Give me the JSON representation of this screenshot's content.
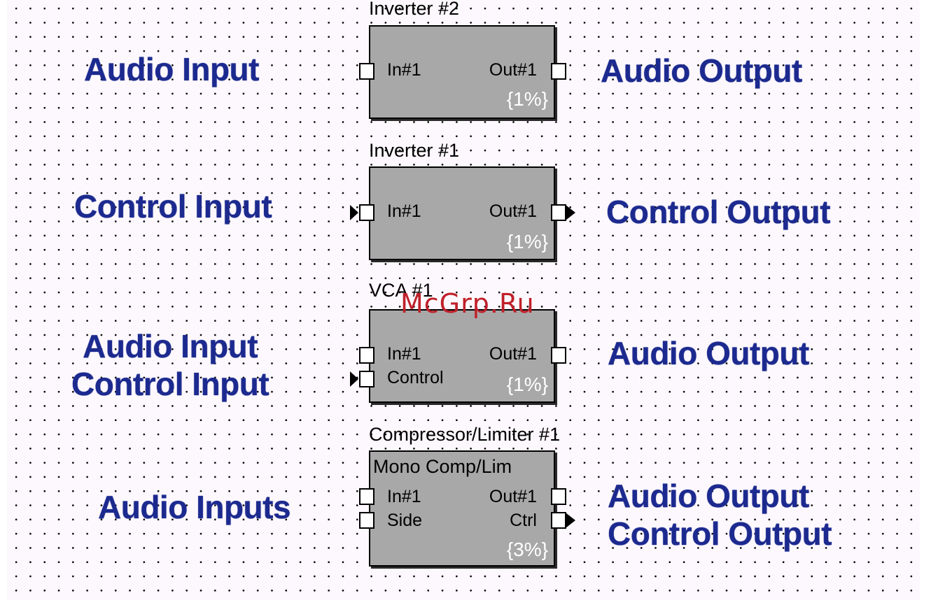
{
  "rows": [
    {
      "left_labels": [
        "Audio Input"
      ],
      "right_labels": [
        "Audio Output"
      ],
      "block": {
        "title": "Inverter #2",
        "subtitle": "",
        "in_ports": [
          {
            "label": "In#1",
            "type": "audio"
          }
        ],
        "out_ports": [
          {
            "label": "Out#1",
            "type": "audio"
          }
        ],
        "usage": "{1%}"
      }
    },
    {
      "left_labels": [
        "Control Input"
      ],
      "right_labels": [
        "Control Output"
      ],
      "block": {
        "title": "Inverter #1",
        "subtitle": "",
        "in_ports": [
          {
            "label": "In#1",
            "type": "control"
          }
        ],
        "out_ports": [
          {
            "label": "Out#1",
            "type": "control"
          }
        ],
        "usage": "{1%}"
      }
    },
    {
      "left_labels": [
        "Audio Input",
        "Control Input"
      ],
      "right_labels": [
        "Audio Output"
      ],
      "block": {
        "title": "VCA #1",
        "subtitle": "",
        "in_ports": [
          {
            "label": "In#1",
            "type": "audio"
          },
          {
            "label": "Control",
            "type": "control"
          }
        ],
        "out_ports": [
          {
            "label": "Out#1",
            "type": "audio"
          }
        ],
        "usage": "{1%}"
      }
    },
    {
      "left_labels": [
        "Audio Inputs"
      ],
      "right_labels": [
        "Audio Output",
        "Control Output"
      ],
      "block": {
        "title": "Compressor/Limiter #1",
        "subtitle": "Mono Comp/Lim",
        "in_ports": [
          {
            "label": "In#1",
            "type": "audio"
          },
          {
            "label": "Side",
            "type": "audio"
          }
        ],
        "out_ports": [
          {
            "label": "Out#1",
            "type": "audio"
          },
          {
            "label": "Ctrl",
            "type": "control"
          }
        ],
        "usage": "{3%}"
      }
    }
  ],
  "watermark": "McGrp.Ru"
}
